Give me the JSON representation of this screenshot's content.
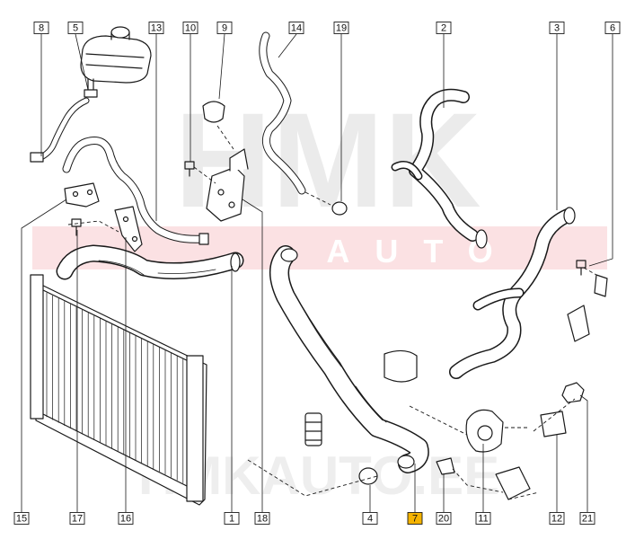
{
  "watermark": {
    "brand_top": "HMK",
    "brand_sub": "AUTO",
    "brand_bottom": "HMKAUTO.EE"
  },
  "callouts": {
    "top": [
      "8",
      "5",
      "13",
      "10",
      "9",
      "14",
      "19",
      "2",
      "3",
      "6"
    ],
    "bottom": [
      "15",
      "17",
      "16",
      "1",
      "18",
      "4",
      "7",
      "20",
      "11",
      "12",
      "21"
    ],
    "highlighted": "7",
    "highlight_color": "#f5b301"
  },
  "colors": {
    "line": "#1a1a1a",
    "watermark_red": "#e94b55",
    "watermark_gray": "#b0b0b0"
  }
}
